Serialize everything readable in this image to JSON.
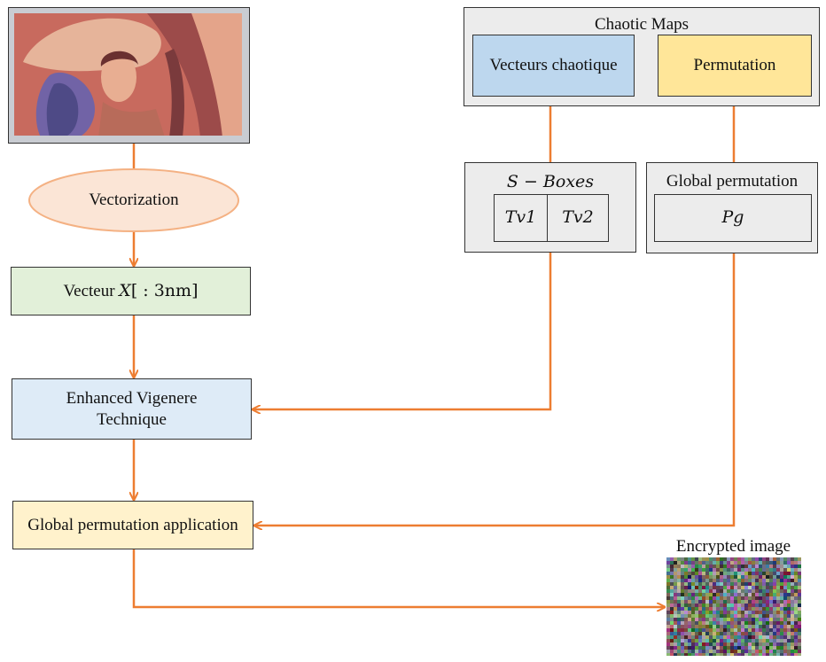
{
  "nodes": {
    "vectorization": "Vectorization",
    "vector_prefix": "Vecteur ",
    "vector_math_var": "X",
    "vector_math_range": "[ : 3nm]",
    "vigenere_line1": "Enhanced Vigenere",
    "vigenere_line2": "Technique",
    "global_perm_app": "Global permutation application",
    "encrypted_label": "Encrypted image"
  },
  "chaotic_maps": {
    "title": "Chaotic Maps",
    "vectors": "Vecteurs chaotique",
    "permutation": "Permutation"
  },
  "sboxes": {
    "title": "S − Boxes",
    "tv1": "Tv1",
    "tv2": "Tv2"
  },
  "global_perm": {
    "title": "Global permutation",
    "pg": "Pg"
  },
  "colors": {
    "arrow": "#ed7d31",
    "ellipse_fill": "#fbe5d6",
    "ellipse_stroke": "#f4b183",
    "vector_fill": "#e2f0d9",
    "vigenere_fill": "#deebf7",
    "global_app_fill": "#fff2cc",
    "vectors_fill": "#bdd7ee",
    "permutation_fill": "#ffe699",
    "group_fill": "#ececec"
  }
}
